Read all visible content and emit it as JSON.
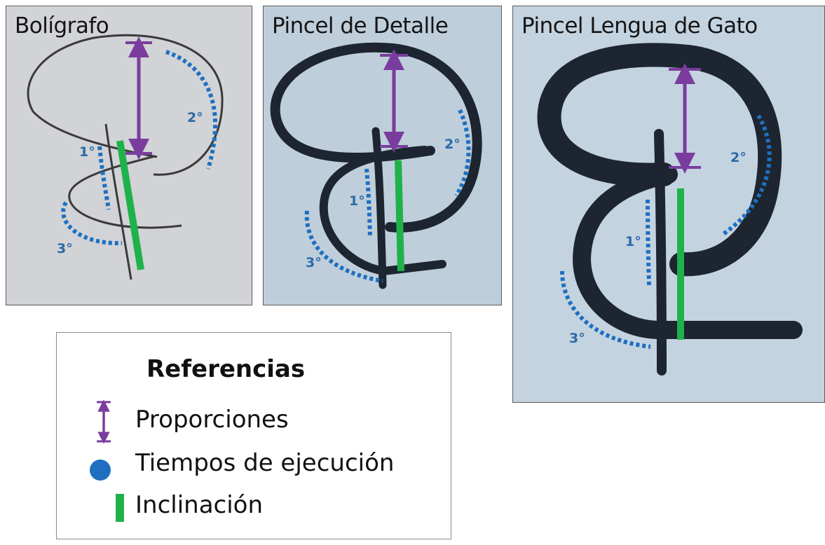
{
  "panels": [
    {
      "title": "Bolígrafo",
      "stroke_times": [
        "1°",
        "2°",
        "3°"
      ]
    },
    {
      "title": "Pincel de Detalle",
      "stroke_times": [
        "1°",
        "2°",
        "3°"
      ]
    },
    {
      "title": "Pincel Lengua de Gato",
      "stroke_times": [
        "1°",
        "2°",
        "3°"
      ]
    }
  ],
  "legend": {
    "title": "Referencias",
    "items": [
      {
        "label": "Proporciones",
        "icon": "double-arrow-icon",
        "color": "#7a3d9e"
      },
      {
        "label": "Tiempos de ejecución",
        "icon": "dot-icon",
        "color": "#1e6fc0"
      },
      {
        "label": "Inclinación",
        "icon": "bar-icon",
        "color": "#1fb24a"
      }
    ]
  },
  "colors": {
    "proportion": "#7a3d9e",
    "dotted": "#1e6fc0",
    "slant": "#1fb24a",
    "ink": "#1c2530"
  }
}
